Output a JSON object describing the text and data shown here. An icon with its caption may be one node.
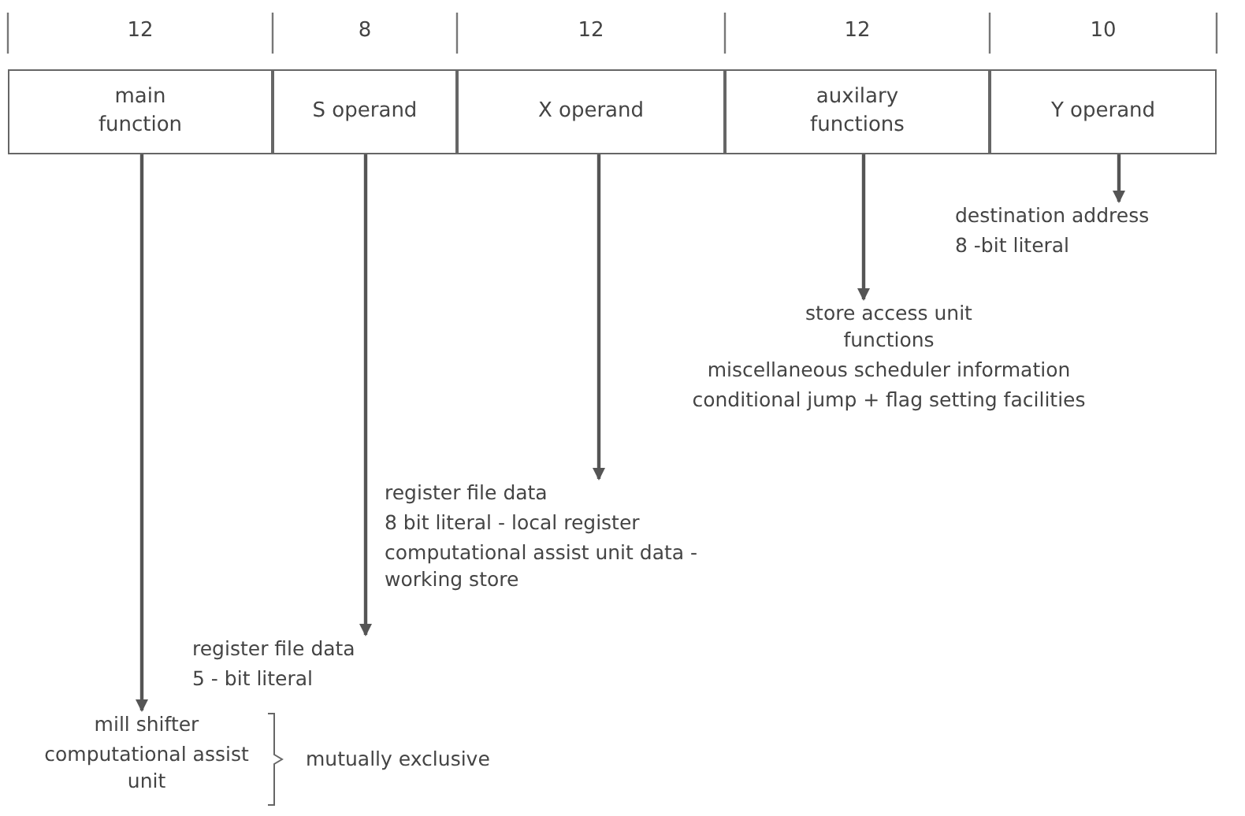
{
  "diagram": {
    "nodes": [
      {
        "text": [
          "main function"
        ]
      },
      {
        "text": [
          "S operand"
        ]
      },
      {
        "text": [
          "X operand"
        ]
      },
      {
        "text": [
          "auxilary functions"
        ]
      },
      {
        "text": [
          "Y operand"
        ]
      },
      {
        "text": [
          "destination address",
          "8 -bit literal"
        ]
      },
      {
        "text": [
          "store access unit functions",
          "miscellaneous scheduler information",
          "conditional jump + flag setting facilities"
        ]
      },
      {
        "text": [
          "register file data",
          "8 bit literal - local register",
          "computational assist unit data - working store"
        ]
      },
      {
        "text": [
          "register file data",
          "5 - bit literal"
        ]
      },
      {
        "text": [
          "mill shifter",
          "computational assist unit"
        ],
        "beside": [
          "mutually exclusive"
        ]
      }
    ],
    "edges": [
      {
        "from": 4,
        "to": 5,
        "arrow": "to"
      },
      {
        "from": 3,
        "to": 6,
        "arrow": "to"
      },
      {
        "from": 2,
        "to": 7,
        "arrow": "to"
      },
      {
        "from": 1,
        "to": 8,
        "arrow": "to"
      },
      {
        "from": 0,
        "to": 9,
        "arrow": "to"
      }
    ],
    "labels": [
      "12",
      "8",
      "12",
      "12",
      "10"
    ]
  }
}
